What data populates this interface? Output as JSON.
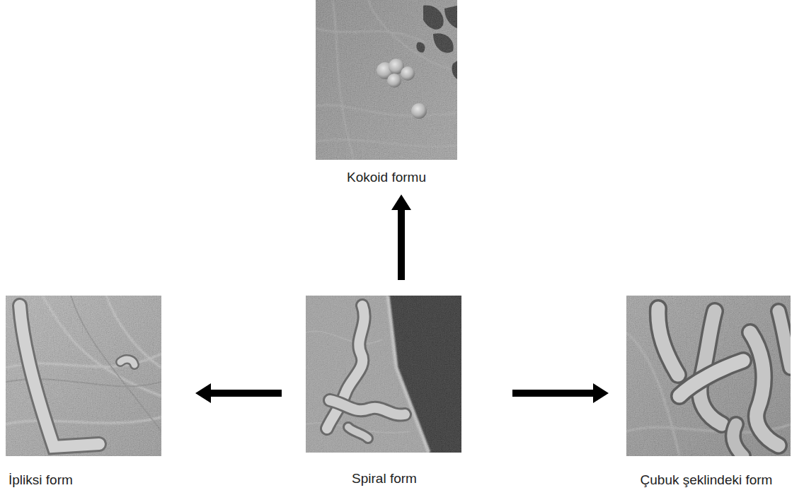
{
  "diagram": {
    "nodes": [
      {
        "text": [
          "Kokoid formu"
        ]
      },
      {
        "text": [
          "İpliksi form"
        ]
      },
      {
        "text": [
          "Spiral form"
        ]
      },
      {
        "text": [
          "Çubuk şeklindeki form"
        ]
      }
    ],
    "edges": [
      {
        "from": 2,
        "to": 0,
        "arrow": "to"
      },
      {
        "from": 2,
        "to": 1,
        "arrow": "to"
      },
      {
        "from": 2,
        "to": 3,
        "arrow": "to"
      }
    ]
  }
}
